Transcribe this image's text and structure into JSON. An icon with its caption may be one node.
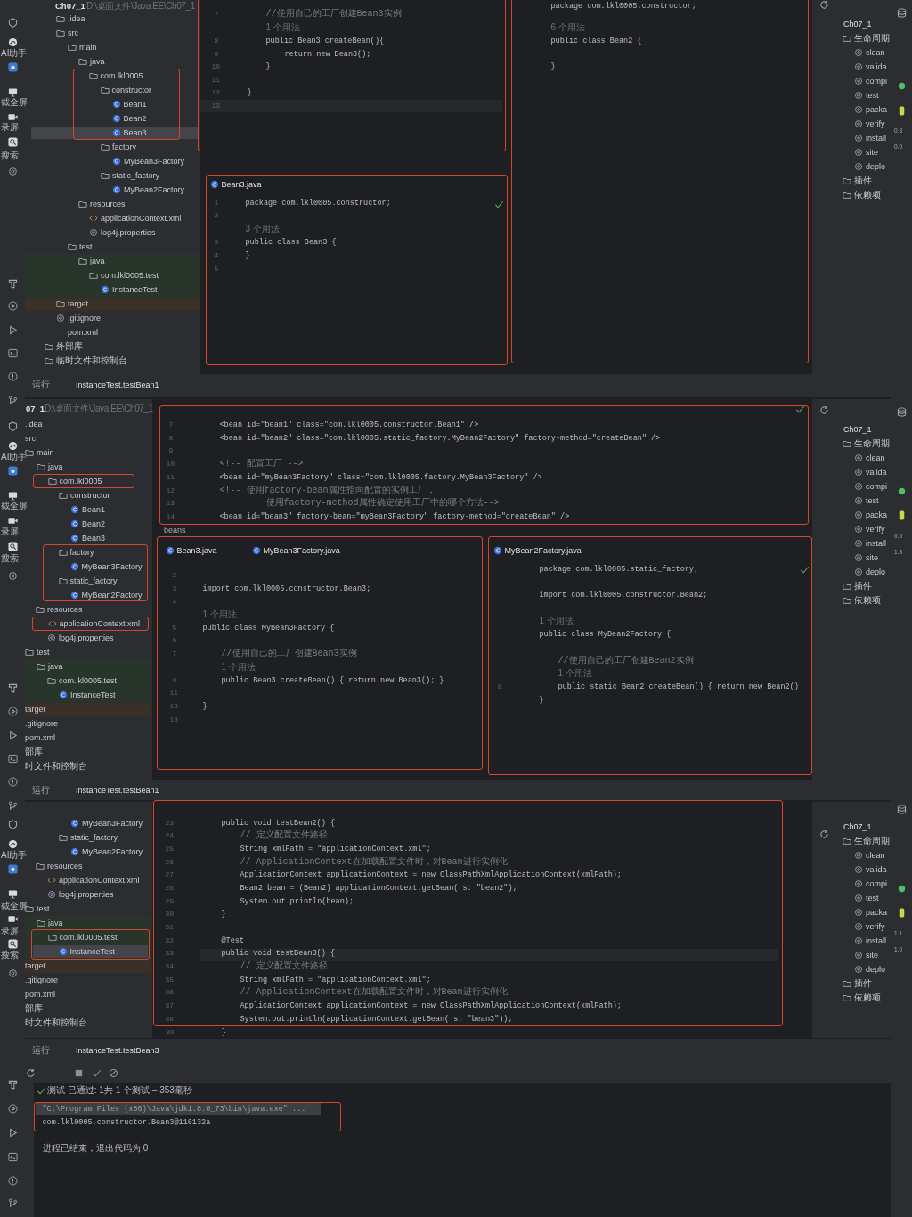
{
  "diagram": {
    "nodes": [
      {
        "text": [
          "com.lkl0005",
          "constructor",
          "Bean1",
          "Bean2",
          "Bean3"
        ]
      },
      {
        "text": [
          "7",
          "//使用自己的工厂创建Bean3实例",
          "1 个用法",
          "8",
          "public Bean3 createBean(){",
          "9",
          "return new Bean3();",
          "10",
          "}",
          "11",
          "12",
          "}",
          "13"
        ]
      },
      {
        "text": [
          "Bean3.java",
          "1",
          "package com.lkl0005.constructor;",
          "2",
          "3 个用法",
          "3",
          "public class Bean3 {",
          "4",
          "}",
          "5"
        ]
      },
      {
        "text": [
          "package com.lkl0005.constructor;",
          "6 个用法",
          "public class Bean2 {",
          "}"
        ]
      },
      {
        "text": [
          "com.lkl0005"
        ]
      },
      {
        "text": [
          "factory",
          "MyBean3Factory",
          "static_factory",
          "MyBean2Factory"
        ]
      },
      {
        "text": [
          "applicationContext.xml"
        ]
      },
      {
        "text": [
          "7",
          "<bean id=\"bean1\" class=\"com.lkl0005.constructor.Bean1\" />",
          "8",
          "<bean id=\"bean2\" class=\"com.lkl0005.static_factory.MyBean2Factory\" factory-method=\"createBean\" />",
          "9",
          "10",
          "<!-- 配置工厂 -->",
          "11",
          "<bean id=\"myBean3Factory\" class=\"com.lkl0005.factory.MyBean3Factory\" />",
          "12",
          "<!-- 使用factory-bean属性指向配置的实例工厂，",
          "13",
          "使用factory-method属性确定使用工厂中的哪个方法-->",
          "14",
          "<bean id=\"bean3\" factory-bean=\"myBean3Factory\" factory-method=\"createBean\" />"
        ]
      },
      {
        "text": [
          "Bean3.java",
          "MyBean3Factory.java",
          "2",
          "3",
          "import com.lkl0005.constructor.Bean3;",
          "4",
          "1 个用法",
          "5",
          "public class MyBean3Factory {",
          "6",
          "7",
          "//使用自己的工厂创建Bean3实例",
          "1 个用法",
          "8",
          "public Bean3 createBean() { return new Bean3(); }",
          "11",
          "12",
          "}",
          "13"
        ]
      },
      {
        "text": [
          "MyBean2Factory.java",
          "package com.lkl0005.static_factory;",
          "import com.lkl0005.constructor.Bean2;",
          "1 个用法",
          "public class MyBean2Factory {",
          "//使用自己的工厂创建Bean2实例",
          "1 个用法",
          "8",
          "public static Bean2 createBean() { return new Bean2()",
          "}"
        ]
      },
      {
        "text": [
          "com.lkl0005.test",
          "InstanceTest"
        ]
      },
      {
        "text": [
          "23",
          "public void testBean2() {",
          "24",
          "// 定义配置文件路径",
          "25",
          "String xmlPath = \"applicationContext.xml\";",
          "26",
          "// ApplicationContext在加载配置文件时，对Bean进行实例化",
          "27",
          "ApplicationContext applicationContext = new ClassPathXmlApplicationContext(xmlPath);",
          "28",
          "Bean2 bean = (Bean2) applicationContext.getBean( s: \"bean2\");",
          "29",
          "System.out.println(bean);",
          "30",
          "}",
          "31",
          "32",
          "@Test",
          "33",
          "public void testBean3() {",
          "34",
          "// 定义配置文件路径",
          "35",
          "String xmlPath = \"applicationContext.xml\";",
          "36",
          "// ApplicationContext在加载配置文件时，对Bean进行实例化",
          "37",
          "ApplicationContext applicationContext = new ClassPathXmlApplicationContext(xmlPath);",
          "38",
          "System.out.println(applicationContext.getBean( s: \"bean3\"));"
        ]
      },
      {
        "text": [
          "\"C:\\Program Files (x86)\\Java\\jdk1.8.0_73\\bin\\java.exe\" ...",
          "com.lkl0005.constructor.Bean3@116132a"
        ]
      }
    ],
    "labels": [
      "Ch07_1",
      "D:\\桌面文件\\Java EE\\Ch07_1",
      ".idea",
      "src",
      "main",
      "java",
      "factory",
      "MyBean3Factory",
      "static_factory",
      "MyBean2Factory",
      "resources",
      "applicationContext.xml",
      "log4j.properties",
      "test",
      "java",
      "com.lkl0005.test",
      "InstanceTest",
      "target",
      ".gitignore",
      "pom.xml",
      "外部库",
      "临时文件和控制台",
      "运行",
      "InstanceTest.testBean1",
      "Ch07_1",
      "生命周期",
      "clean",
      "valida",
      "compi",
      "test",
      "packa",
      "verify",
      "install",
      "site",
      "deplo",
      "插件",
      "依赖项",
      "0.3",
      "0.0",
      "AI助手",
      "截全屏",
      "录屏",
      "搜索",
      "07_1",
      "D:\\桌面文件\\Java EE\\Ch07_1",
      ".idea",
      "src",
      "main",
      "java",
      "constructor",
      "Bean1",
      "Bean2",
      "Bean3",
      "resources",
      "log4j.properties",
      "test",
      "java",
      "com.lkl0005.test",
      "InstanceTest",
      "target",
      ".gitignore",
      "pom.xml",
      "部库",
      "时文件和控制台",
      "beans",
      "Ch07_1",
      "生命周期",
      "clean",
      "valida",
      "compi",
      "test",
      "packa",
      "verify",
      "install",
      "site",
      "deplo",
      "插件",
      "依赖项",
      "0.5",
      "1.8",
      "AI助手",
      "截全屏",
      "录屏",
      "搜索",
      "运行",
      "InstanceTest.testBean1",
      "MyBean3Factory",
      "static_factory",
      "MyBean2Factory",
      "resources",
      "applicationContext.xml",
      "log4j.properties",
      "test",
      "java",
      "target",
      ".gitignore",
      "pom.xml",
      "部库",
      "时文件和控制台",
      "39",
      "}",
      "Ch07_1",
      "生命周期",
      "clean",
      "valida",
      "compi",
      "test",
      "packa",
      "verify",
      "install",
      "site",
      "deplo",
      "插件",
      "依赖项",
      "1.1",
      "1.0",
      "AI助手",
      "截全屏",
      "录屏",
      "搜索",
      "运行",
      "InstanceTest.testBean3",
      "测试 已通过: 1共 1 个测试 – 353毫秒",
      "进程已结束，退出代码为 0"
    ]
  }
}
